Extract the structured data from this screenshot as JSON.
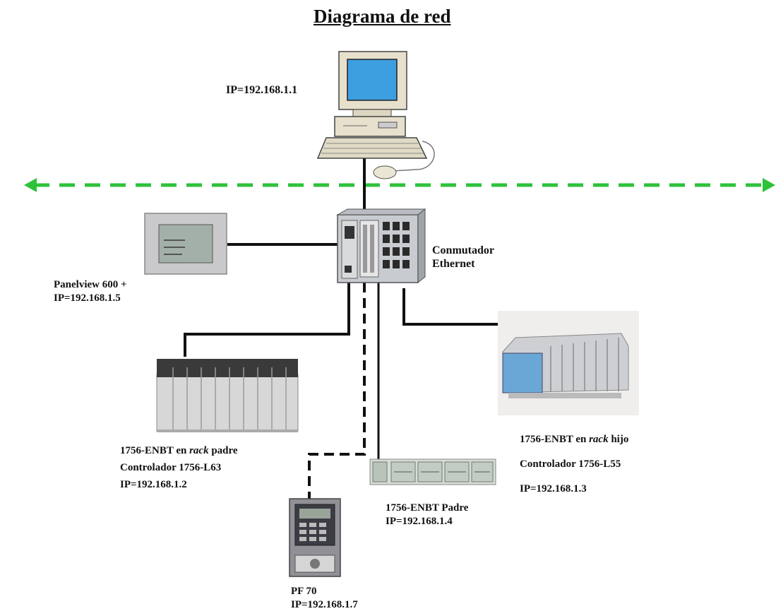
{
  "title": "Diagrama de red",
  "pc": {
    "ip": "IP=192.168.1.1"
  },
  "switch": {
    "line1": "Conmutador",
    "line2": "Ethernet"
  },
  "panelview": {
    "line1": "Panelview 600 +",
    "ip": "IP=192.168.1.5"
  },
  "rack_padre": {
    "module": "1756-ENBT en ",
    "rack": "rack",
    "suffix": " padre",
    "controller": "Controlador 1756-L63",
    "ip": "IP=192.168.1.2"
  },
  "rack_hijo": {
    "module": "1756-ENBT en ",
    "rack": "rack",
    "suffix": " hijo",
    "controller": "Controlador 1756-L55",
    "ip": "IP=192.168.1.3"
  },
  "io_padre": {
    "line1": "1756-ENBT Padre",
    "ip": "IP=192.168.1.4"
  },
  "drive": {
    "line1": "PF 70",
    "ip": "IP=192.168.1.7"
  },
  "colors": {
    "network_line": "#2ec23a",
    "cable": "#111111"
  }
}
